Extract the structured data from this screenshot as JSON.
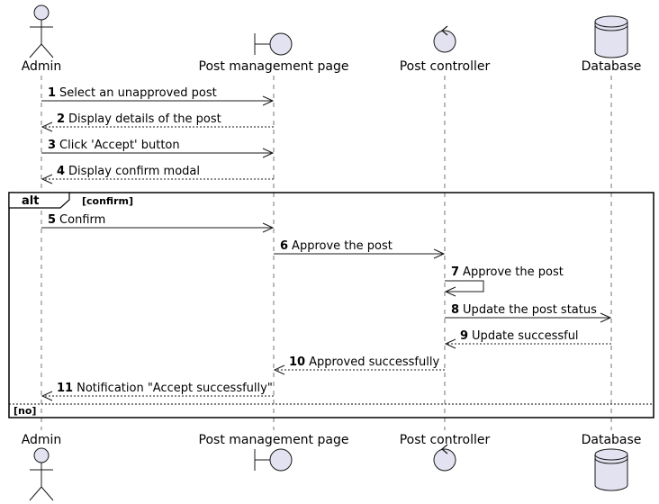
{
  "colors": {
    "participant_fill": "#e2e2f0",
    "participant_stroke": "#181818",
    "lifeline": "#181818",
    "message": "#181818",
    "background": "#ffffff"
  },
  "participants": [
    {
      "name": "Admin",
      "kind": "actor",
      "icon": "actor-icon"
    },
    {
      "name": "Post management page",
      "kind": "boundary",
      "icon": "boundary-icon"
    },
    {
      "name": "Post controller",
      "kind": "control",
      "icon": "control-icon"
    },
    {
      "name": "Database",
      "kind": "database",
      "icon": "database-icon"
    }
  ],
  "messages": [
    {
      "num": "1",
      "text": "Select an unapproved post",
      "from": 0,
      "to": 1,
      "dashed": false
    },
    {
      "num": "2",
      "text": "Display details of the post",
      "from": 1,
      "to": 0,
      "dashed": true
    },
    {
      "num": "3",
      "text": "Click 'Accept' button",
      "from": 0,
      "to": 1,
      "dashed": false
    },
    {
      "num": "4",
      "text": "Display confirm modal",
      "from": 1,
      "to": 0,
      "dashed": true
    },
    {
      "num": "5",
      "text": "Confirm",
      "from": 0,
      "to": 1,
      "dashed": false
    },
    {
      "num": "6",
      "text": "Approve the post",
      "from": 1,
      "to": 2,
      "dashed": false
    },
    {
      "num": "7",
      "text": "Approve the post",
      "from": 2,
      "to": 2,
      "dashed": false
    },
    {
      "num": "8",
      "text": "Update the post status",
      "from": 2,
      "to": 3,
      "dashed": false
    },
    {
      "num": "9",
      "text": "Update successful",
      "from": 3,
      "to": 2,
      "dashed": true
    },
    {
      "num": "10",
      "text": "Approved successfully",
      "from": 2,
      "to": 1,
      "dashed": true
    },
    {
      "num": "11",
      "text": "Notification \"Accept successfully\"",
      "from": 1,
      "to": 0,
      "dashed": true
    }
  ],
  "fragment": {
    "keyword": "alt",
    "guard": "[confirm]",
    "else_guard": "[no]"
  }
}
